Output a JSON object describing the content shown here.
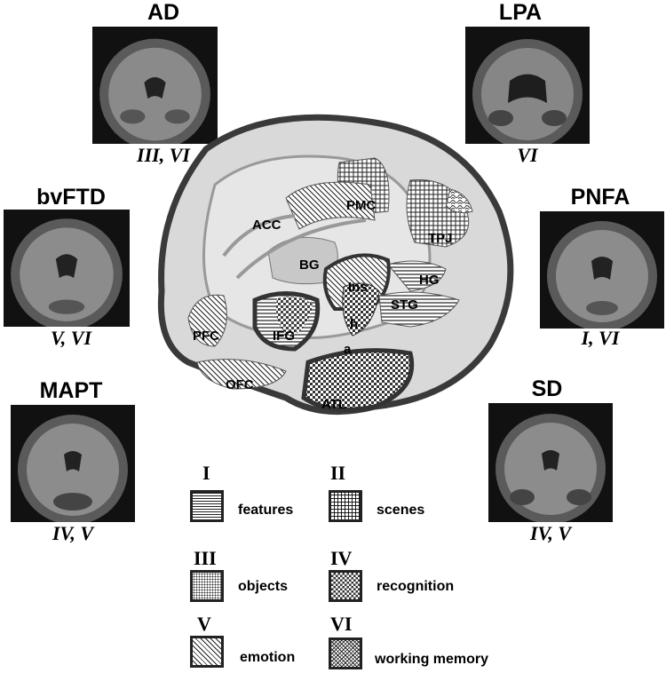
{
  "scans": [
    {
      "title": "AD",
      "caption": "III, VI"
    },
    {
      "title": "LPA",
      "caption": "VI"
    },
    {
      "title": "bvFTD",
      "caption": "V, VI"
    },
    {
      "title": "PNFA",
      "caption": "I, VI"
    },
    {
      "title": "MAPT",
      "caption": "IV, V"
    },
    {
      "title": "SD",
      "caption": "IV, V"
    }
  ],
  "brain_regions": [
    "PMC",
    "ACC",
    "TPJ",
    "BG",
    "HG",
    "Ins",
    "STG",
    "PFC",
    "IFG",
    "h",
    "a",
    "OFC",
    "ATL"
  ],
  "legend": [
    {
      "numeral": "I",
      "label": "features",
      "pattern": "horizontal-lines"
    },
    {
      "numeral": "II",
      "label": "scenes",
      "pattern": "grid"
    },
    {
      "numeral": "III",
      "label": "objects",
      "pattern": "dots"
    },
    {
      "numeral": "IV",
      "label": "recognition",
      "pattern": "checker"
    },
    {
      "numeral": "V",
      "label": "emotion",
      "pattern": "diagonal-lines"
    },
    {
      "numeral": "VI",
      "label": "working memory",
      "pattern": "wave"
    }
  ],
  "colors": {
    "outline": "#3a3a3a",
    "fill": "#d6d6d6",
    "scan_bg": "#111111"
  }
}
